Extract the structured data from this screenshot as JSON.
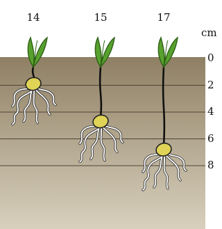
{
  "unit_label": "cm",
  "depth_scale": [
    {
      "label": "0",
      "value": 0
    },
    {
      "label": "2",
      "value": 2
    },
    {
      "label": "4",
      "value": 4
    },
    {
      "label": "6",
      "value": 6
    },
    {
      "label": "8",
      "value": 8
    }
  ],
  "plants": [
    {
      "label": "14",
      "seed_depth_cm": 1.9
    },
    {
      "label": "15",
      "seed_depth_cm": 4.7
    },
    {
      "label": "17",
      "seed_depth_cm": 6.8
    }
  ],
  "colors": {
    "soil_top": "#8f8064",
    "soil_bottom": "#d8d0bd",
    "lines": "#4d4437",
    "leaf": "#58a12e",
    "leaf_dark": "#2e5f16",
    "seed": "#dfd456",
    "root": "#ffffff"
  }
}
